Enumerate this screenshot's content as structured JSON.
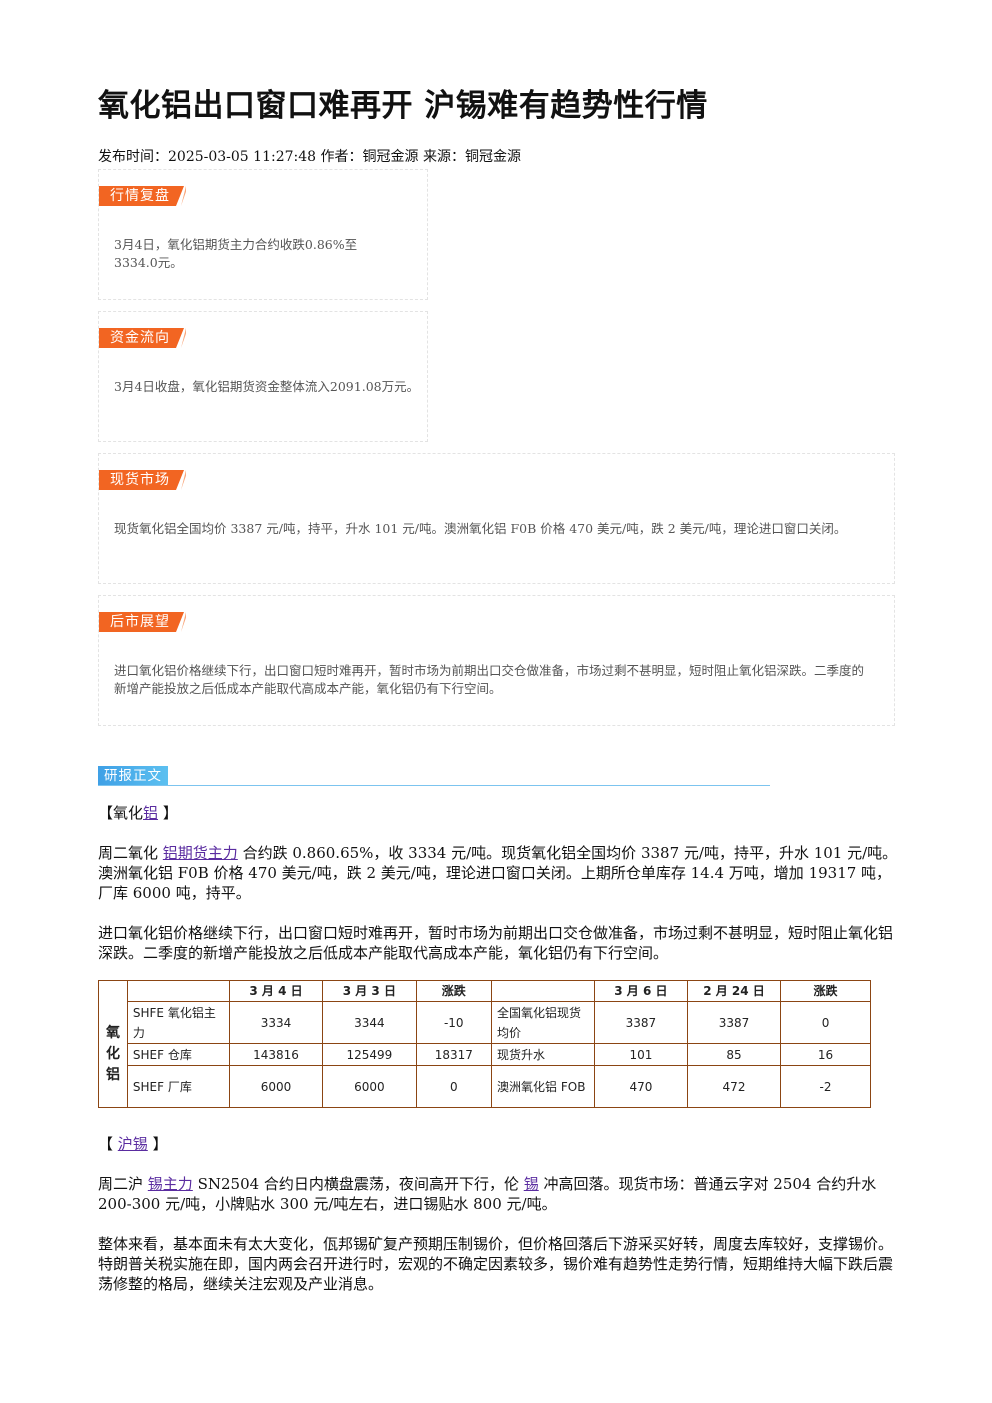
{
  "article": {
    "title": "氧化铝出口窗口难再开 沪锡难有趋势性行情",
    "meta": "发布时间：2025-03-05 11:27:48 作者：铜冠金源 来源：铜冠金源"
  },
  "summary_boxes": [
    {
      "tag": "行情复盘",
      "text": "3月4日，氧化铝期货主力合约收跌0.86%至3334.0元。"
    },
    {
      "tag": "资金流向",
      "text": "3月4日收盘，氧化铝期货资金整体流入2091.08万元。"
    },
    {
      "tag": "现货市场",
      "text": "现货氧化铝全国均价 3387 元/吨，持平，升水 101 元/吨。澳洲氧化铝 F0B 价格 470 美元/吨，跌 2 美元/吨，理论进口窗口关闭。"
    },
    {
      "tag": "后市展望",
      "text": "进口氧化铝价格继续下行，出口窗口短时难再开，暂时市场为前期出口交仓做准备，市场过剩不甚明显，短时阻止氧化铝深跌。二季度的新增产能投放之后低成本产能取代高成本产能，氧化铝仍有下行空间。"
    }
  ],
  "report": {
    "tag": "研报正文",
    "alumina": {
      "head_open": "【氧化",
      "head_link": "铝",
      "head_close": "】",
      "p1_a": "周二氧化",
      "p1_link": "铝期货主力",
      "p1_b": "合约跌 0.860.65%，收 3334 元/吨。现货氧化铝全国均价 3387 元/吨，持平，升水 101 元/吨。澳洲氧化铝 F0B 价格 470 美元/吨，跌 2 美元/吨，理论进口窗口关闭。上期所仓单库存 14.4 万吨，增加 19317 吨，厂库 6000 吨，持平。",
      "p2": "进口氧化铝价格继续下行，出口窗口短时难再开，暂时市场为前期出口交仓做准备，市场过剩不甚明显，短时阻止氧化铝深跌。二季度的新增产能投放之后低成本产能取代高成本产能，氧化铝仍有下行空间。"
    },
    "table": {
      "group_label": [
        "氧",
        "化",
        "铝"
      ],
      "headers_left": [
        "",
        "3 月 4 日",
        "3 月 3 日",
        "涨跌"
      ],
      "headers_right": [
        "",
        "3 月 6 日",
        "2 月 24 日",
        "涨跌"
      ],
      "rows": [
        {
          "l_label": "SHFE 氧化铝主力",
          "l1": "3334",
          "l2": "3344",
          "l3": "-10",
          "r_label": "全国氧化铝现货均价",
          "r1": "3387",
          "r2": "3387",
          "r3": "0"
        },
        {
          "l_label": "SHEF 仓库",
          "l1": "143816",
          "l2": "125499",
          "l3": "18317",
          "r_label": "现货升水",
          "r1": "101",
          "r2": "85",
          "r3": "16"
        },
        {
          "l_label": "SHEF 厂库",
          "l1": "6000",
          "l2": "6000",
          "l3": "0",
          "r_label": "澳洲氧化铝 FOB",
          "r1": "470",
          "r2": "472",
          "r3": "-2"
        }
      ]
    },
    "tin": {
      "head_open": "【 ",
      "head_link": "沪锡",
      "head_close": " 】",
      "p1_a": "周二沪",
      "p1_link": "锡主力",
      "p1_b": "SN2504 合约日内横盘震荡，夜间高开下行，伦",
      "p1_link2": "锡",
      "p1_c": "冲高回落。现货市场：普通云字对 2504 合约升水 200-300 元/吨，小牌贴水 300 元/吨左右，进口锡贴水 800 元/吨。",
      "p2": "整体来看，基本面未有太大变化，佤邦锡矿复产预期压制锡价，但价格回落后下游采买好转，周度去库较好，支撑锡价。特朗普关税实施在即，国内两会召开进行时，宏观的不确定因素较多，锡价难有趋势性走势行情，短期维持大幅下跌后震荡修整的格局，继续关注宏观及产业消息。"
    }
  }
}
